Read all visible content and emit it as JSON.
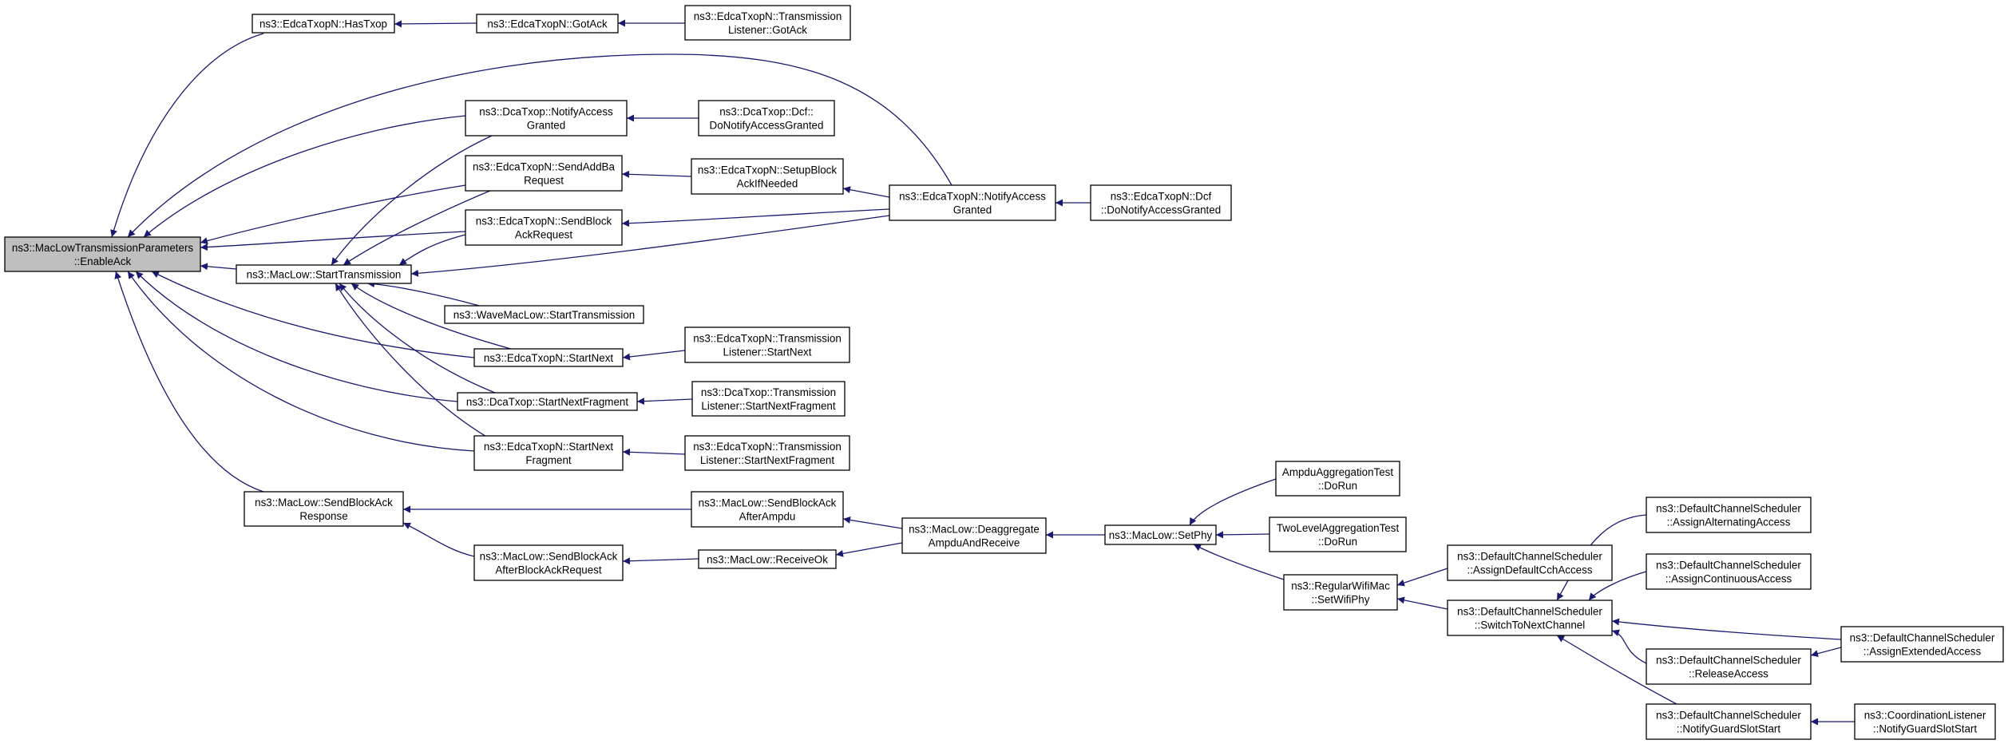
{
  "colors": {
    "edge": "#191970",
    "node_border": "#000000",
    "root_fill": "#bfbfbf",
    "node_fill": "#ffffff"
  },
  "nodes": [
    {
      "id": "n0",
      "lines": [
        "ns3::MacLowTransmissionParameters",
        "::EnableAck"
      ],
      "root": true
    },
    {
      "id": "n1",
      "lines": [
        "ns3::EdcaTxopN::HasTxop"
      ]
    },
    {
      "id": "n2",
      "lines": [
        "ns3::EdcaTxopN::GotAck"
      ]
    },
    {
      "id": "n3",
      "lines": [
        "ns3::EdcaTxopN::Transmission",
        "Listener::GotAck"
      ]
    },
    {
      "id": "n4",
      "lines": [
        "ns3::DcaTxop::NotifyAccess",
        "Granted"
      ]
    },
    {
      "id": "n5",
      "lines": [
        "ns3::DcaTxop::Dcf::",
        "DoNotifyAccessGranted"
      ]
    },
    {
      "id": "n6",
      "lines": [
        "ns3::EdcaTxopN::SendAddBa",
        "Request"
      ]
    },
    {
      "id": "n7",
      "lines": [
        "ns3::EdcaTxopN::SetupBlock",
        "AckIfNeeded"
      ]
    },
    {
      "id": "n8",
      "lines": [
        "ns3::EdcaTxopN::NotifyAccess",
        "Granted"
      ]
    },
    {
      "id": "n9",
      "lines": [
        "ns3::EdcaTxopN::Dcf",
        "::DoNotifyAccessGranted"
      ]
    },
    {
      "id": "n10",
      "lines": [
        "ns3::EdcaTxopN::SendBlock",
        "AckRequest"
      ]
    },
    {
      "id": "n11",
      "lines": [
        "ns3::MacLow::StartTransmission"
      ]
    },
    {
      "id": "n12",
      "lines": [
        "ns3::WaveMacLow::StartTransmission"
      ]
    },
    {
      "id": "n13",
      "lines": [
        "ns3::EdcaTxopN::StartNext"
      ]
    },
    {
      "id": "n14",
      "lines": [
        "ns3::EdcaTxopN::Transmission",
        "Listener::StartNext"
      ]
    },
    {
      "id": "n15",
      "lines": [
        "ns3::DcaTxop::StartNextFragment"
      ]
    },
    {
      "id": "n16",
      "lines": [
        "ns3::DcaTxop::Transmission",
        "Listener::StartNextFragment"
      ]
    },
    {
      "id": "n17",
      "lines": [
        "ns3::EdcaTxopN::StartNext",
        "Fragment"
      ]
    },
    {
      "id": "n18",
      "lines": [
        "ns3::EdcaTxopN::Transmission",
        "Listener::StartNextFragment"
      ]
    },
    {
      "id": "n19",
      "lines": [
        "ns3::MacLow::SendBlockAck",
        "Response"
      ]
    },
    {
      "id": "n20",
      "lines": [
        "ns3::MacLow::SendBlockAck",
        "AfterAmpdu"
      ]
    },
    {
      "id": "n21",
      "lines": [
        "ns3::MacLow::SendBlockAck",
        "AfterBlockAckRequest"
      ]
    },
    {
      "id": "n22",
      "lines": [
        "ns3::MacLow::ReceiveOk"
      ]
    },
    {
      "id": "n23",
      "lines": [
        "ns3::MacLow::Deaggregate",
        "AmpduAndReceive"
      ]
    },
    {
      "id": "n24",
      "lines": [
        "ns3::MacLow::SetPhy"
      ]
    },
    {
      "id": "n25",
      "lines": [
        "AmpduAggregationTest",
        "::DoRun"
      ]
    },
    {
      "id": "n26",
      "lines": [
        "TwoLevelAggregationTest",
        "::DoRun"
      ]
    },
    {
      "id": "n27",
      "lines": [
        "ns3::RegularWifiMac",
        "::SetWifiPhy"
      ]
    },
    {
      "id": "n28",
      "lines": [
        "ns3::DefaultChannelScheduler",
        "::AssignDefaultCchAccess"
      ]
    },
    {
      "id": "n29",
      "lines": [
        "ns3::DefaultChannelScheduler",
        "::SwitchToNextChannel"
      ]
    },
    {
      "id": "n30",
      "lines": [
        "ns3::DefaultChannelScheduler",
        "::AssignAlternatingAccess"
      ]
    },
    {
      "id": "n31",
      "lines": [
        "ns3::DefaultChannelScheduler",
        "::AssignContinuousAccess"
      ]
    },
    {
      "id": "n32",
      "lines": [
        "ns3::DefaultChannelScheduler",
        "::AssignExtendedAccess"
      ]
    },
    {
      "id": "n33",
      "lines": [
        "ns3::DefaultChannelScheduler",
        "::ReleaseAccess"
      ]
    },
    {
      "id": "n34",
      "lines": [
        "ns3::DefaultChannelScheduler",
        "::NotifyGuardSlotStart"
      ]
    },
    {
      "id": "n35",
      "lines": [
        "ns3::CoordinationListener",
        "::NotifyGuardSlotStart"
      ]
    }
  ],
  "edges": [
    {
      "from": "n1",
      "to": "n0"
    },
    {
      "from": "n2",
      "to": "n1"
    },
    {
      "from": "n3",
      "to": "n2"
    },
    {
      "from": "n8",
      "to": "n0"
    },
    {
      "from": "n4",
      "to": "n0"
    },
    {
      "from": "n5",
      "to": "n4"
    },
    {
      "from": "n6",
      "to": "n0"
    },
    {
      "from": "n7",
      "to": "n6"
    },
    {
      "from": "n8",
      "to": "n7"
    },
    {
      "from": "n9",
      "to": "n8"
    },
    {
      "from": "n10",
      "to": "n0"
    },
    {
      "from": "n8",
      "to": "n10"
    },
    {
      "from": "n11",
      "to": "n0"
    },
    {
      "from": "n4",
      "to": "n11"
    },
    {
      "from": "n6",
      "to": "n11"
    },
    {
      "from": "n10",
      "to": "n11"
    },
    {
      "from": "n8",
      "to": "n11"
    },
    {
      "from": "n12",
      "to": "n11"
    },
    {
      "from": "n13",
      "to": "n11"
    },
    {
      "from": "n15",
      "to": "n11"
    },
    {
      "from": "n17",
      "to": "n11"
    },
    {
      "from": "n13",
      "to": "n0"
    },
    {
      "from": "n14",
      "to": "n13"
    },
    {
      "from": "n15",
      "to": "n0"
    },
    {
      "from": "n16",
      "to": "n15"
    },
    {
      "from": "n17",
      "to": "n0"
    },
    {
      "from": "n18",
      "to": "n17"
    },
    {
      "from": "n19",
      "to": "n0"
    },
    {
      "from": "n20",
      "to": "n19"
    },
    {
      "from": "n21",
      "to": "n19"
    },
    {
      "from": "n22",
      "to": "n21"
    },
    {
      "from": "n23",
      "to": "n20"
    },
    {
      "from": "n23",
      "to": "n22"
    },
    {
      "from": "n24",
      "to": "n23"
    },
    {
      "from": "n25",
      "to": "n24"
    },
    {
      "from": "n26",
      "to": "n24"
    },
    {
      "from": "n27",
      "to": "n24"
    },
    {
      "from": "n28",
      "to": "n27"
    },
    {
      "from": "n29",
      "to": "n27"
    },
    {
      "from": "n30",
      "to": "n29"
    },
    {
      "from": "n31",
      "to": "n29"
    },
    {
      "from": "n32",
      "to": "n29"
    },
    {
      "from": "n33",
      "to": "n29"
    },
    {
      "from": "n34",
      "to": "n29"
    },
    {
      "from": "n32",
      "to": "n33"
    },
    {
      "from": "n35",
      "to": "n34"
    }
  ]
}
